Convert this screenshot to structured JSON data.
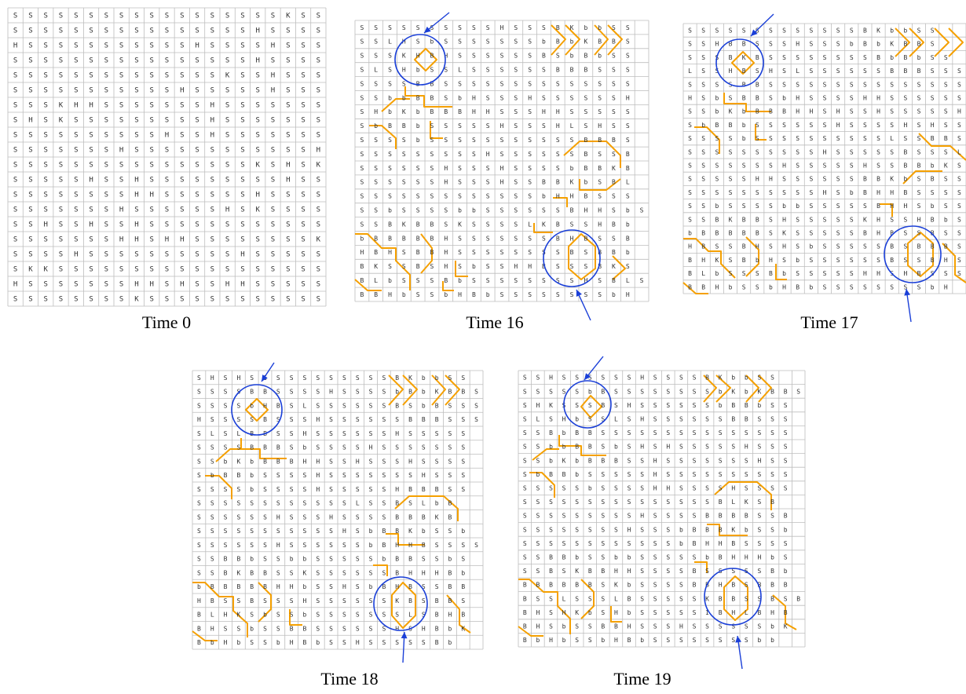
{
  "colors": {
    "grid": "#bdbdbd",
    "cell_text": "#333333",
    "path": "#f5a000",
    "marker": "#1a3fd8"
  },
  "panels": [
    {
      "caption": "Time 0",
      "grid": [
        "SSSSSSSSSSSSSSSSSSKSS",
        "SSSSSSSSSSSSSSSSHSSSS",
        "HSSSSSSSSSSSHSSSSHSSS",
        "SSSSSSSSSSSSSSSSHSSSS",
        "SSSSSSSSSSSSSSKSSHSSS",
        "SSSSSSSSSSSHSSSSSHSSS",
        "SSSKHHSSSSSSSHSSSSSSS",
        "SHSKSSSSSSSSSHSSSSSSS",
        "SSSSSSSSSSHSSHSSSSSSS",
        "SSSSSSSHSSSSSSSSSSSSH",
        "SSSSSSSSSSSSSSSSKSHSK",
        "SSSSSHSSHSSSSSSSSSHSS",
        "SSSSSSSSHHSSSSSSHSSSS",
        "SSSSSSSHSSSSSSHSKSSSS",
        "SSHSSHSSHSSSSSSSSSSSS",
        "SSSSSSSHHSHHSSSSSSSSK",
        "SSSSHSSSSSSSSSSHSSSSS",
        "SKKSSSSSSSSSSSSSSSSSS",
        "HSSSSSSSHHSHSSHHSSSSS",
        "SSSSSSSSKSSSSSSSSSSSS"
      ]
    },
    {
      "caption": "Time 16",
      "grid": [
        "SSSSSSSSSSHSSSBKbbSS",
        "SSLHSbSSSSSSSbBbKBBS",
        "SSSKHBHSSSSSSBSbBbSS",
        "SLSHbSSLSSSSSSBBBSSS",
        "SSSSBBSSSSSSSSSSSSSS",
        "SSbbBBSbHSSSHSSSSSSH",
        "SHbKbBBBHHSSSHHSSSSS",
        "SbBBbSSSSSHSSSHLSHSS",
        "SSSSbSSSSSSSSSSSBBBS",
        "SSSSSSSSSHSSSSSSBSSB",
        "SSSSSSHSSSHSSSSbBBKB",
        "SSSSSSHSSSHSSBBKbSBL",
        "SSSSSSSSSSSSSbHHBSSS",
        "SSbSSSSbbSSSSSSBHHSbS",
        "SSBKBBSKSSSSLKBSSHBb",
        "bBBBBBHSSSSSSSBHBSSB",
        "HBHSBBHSSSSSSSSBSBBb",
        "BKSSBSHSbSSHHBSSSBKS",
        "BLbSSSBbSSSSSSSSHSBLS",
        "BBHbSSbHBbSSSSSSSSbH"
      ]
    },
    {
      "caption": "Time 17",
      "grid": [
        "SSSSSSSSSSSSSBKbbSS",
        "SSHBBSSSHSSSbBbKBBS",
        "SSSBKBSSSSSSSSBbBbSS",
        "LSSHBSHSLSSSSSSBBBSSS",
        "SSSSBBSSSSSSSSSSSSSSS",
        "HSbSBBSbHSSSSHHSSSSSS",
        "SSbKbBBBHHSHSSHSSSSSH",
        "SbBBbSSSSSSHSSSSHSHSS",
        "SSSSbSSSSSSSSSSLSSBBS",
        "SSSSSSSSSSHSSSSSBSSSL",
        "SSSSSSSHSSSSSHSSBBbKS",
        "SSSSSHHSSSSSSBBKbSBSS",
        "SSSSSSSSSSHSbBHHBSSSS",
        "SSbSSSSbbSSSSSBHHSbSS",
        "SSBKBBSHSSSSSKHSSHBbS",
        "bBBBBBSKSSSSSBHBSSBSS",
        "HBSSBHSHSbSSSSSBSBBBS",
        "BHKSBbHSbSSSSSSBSSBHS",
        "BLbSSSBbSSSSSHHSHBSSS",
        "BBHbSSbHBbSSSSSSSSbH"
      ]
    },
    {
      "caption": "Time 18",
      "grid": [
        "SHSHSSSSSSSSSSSBKbbSS",
        "SSSSBBSSSSHSSSSbBbKBBS",
        "SSSSbHBSLSSSSSSBSbBSSS",
        "HSSSSBSSSHSSSSSSBBBSSS",
        "SLSLBBSSHSSSSSSHSSSSS",
        "SSSSBBBSbSSSSHSSSSSSS",
        "SSbKbBBBHHSSHSSSHSSSS",
        "SbBBbSSSSHSSSSSSSHSSS",
        "SSSSbSSSSHSSSSSHBBBSS",
        "SSSSSSSSSSSSLSSBSLbB",
        "SSSSSSHSSSHSSSSBBBKB",
        "SSSSSSSSSSSHSbBBKbSSb",
        "SSSSSSHSSSSSSbBHHBSSSS",
        "SSBBbSSbbSSSSSbBBSSbS",
        "SSBKBBSSKSSSSSSBHHHBb",
        "bBBBBBHHbSSHSbBHBSSBB",
        "HBSSBSSSHSSSSSSKBSBBS",
        "BLHKSbSSbSSSSSSSLSBHB",
        "BHSSbSSBBSSSSSSHSHBbK",
        "BbHbSSbHBbSSHSSSSSBb"
      ]
    },
    {
      "caption": "Time 19",
      "grid": [
        "SSHSSSSSSHSSSSBKbbSS",
        "SSSSSbBSSSSSSSSbKbKBBS",
        "SHKSSSBSHSSSSSSbBBbSS",
        "SLSHbSSLSHSSSSSSBBSSS",
        "SSBbBBSSSSSSSSSSSSSSS",
        "SSbbBBSbSHSHSSSSSHSSS",
        "SSbKbBBBSSHSSSSSSSHSS",
        "SbBBbSSSSSHSSSSSSSSSS",
        "SSSSSbSSSSHHSSSSHSSSS",
        "SSSSSSSSSSSSSSSBLKSB",
        "SSSSSSSSSHSSSSBBBBSSB",
        "SSSSSSSSHSSSbBBBKbSSb",
        "SSSSSSSSSSSSbBHHBSSSS",
        "SSBBbSSbbSSSSSbBHHHbS",
        "SSBSKBBHHSSSSBSSSSSBb",
        "BBBBBBSKbSSSSBBHBSBBB",
        "BSSLSSSLBSSSSSKBBSSBSB",
        "BHSHKbSHbSSSSSIBHLBHB",
        "BHSbSSBBHSSSHSSSSSSbK",
        "BbHbSSbHBbSSSSSSSSbb"
      ]
    }
  ]
}
